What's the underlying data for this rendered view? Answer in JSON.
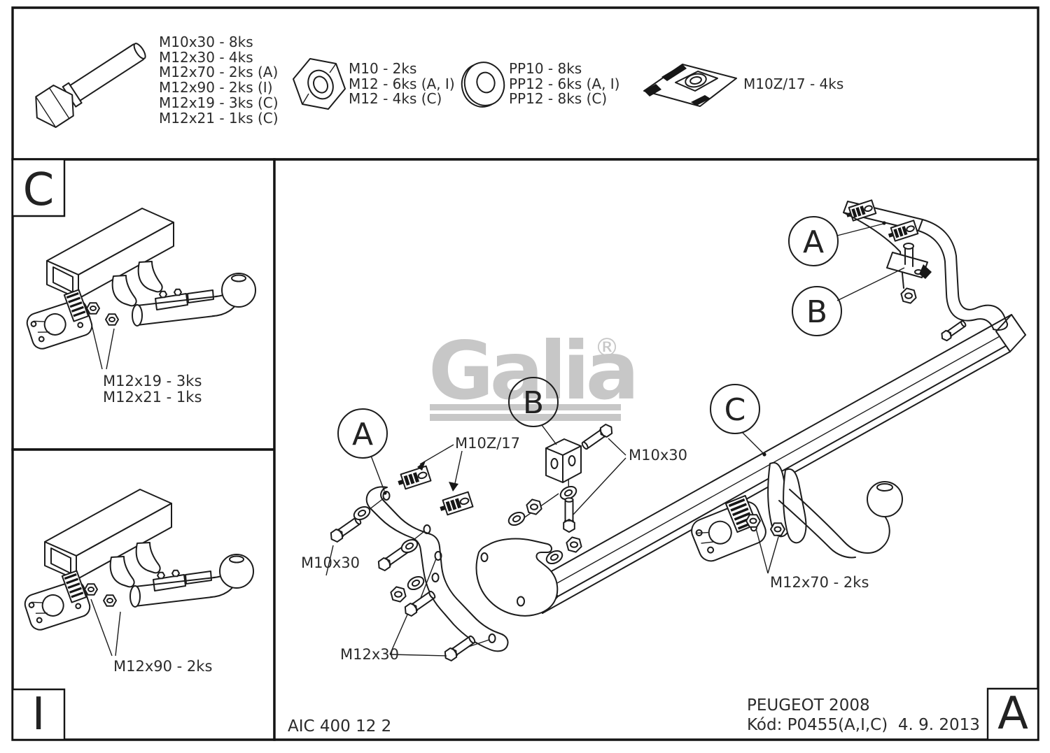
{
  "colors": {
    "line": "#1c1c1c",
    "watermark": "#c7c7c7"
  },
  "hardware_box": {
    "bolt_sizes": [
      "M10x30 - 8ks",
      "M12x30 - 4ks",
      "M12x70 - 2ks (A)",
      "M12x90 - 2ks (I)",
      "M12x19 - 3ks (C)",
      "M12x21 - 1ks (C)"
    ],
    "nut_sizes": [
      "M10 - 2ks",
      "M12 - 6ks (A, I)",
      "M12 - 4ks (C)"
    ],
    "washer_sizes": [
      "PP10 - 8ks",
      "PP12 - 6ks (A, I)",
      "PP12 - 8ks (C)"
    ],
    "clamp_plate_label": "M10Z/17 - 4ks"
  },
  "panel_c": {
    "letter": "C",
    "fastener_line1": "M12x19 - 3ks",
    "fastener_line2": "M12x21 - 1ks"
  },
  "panel_i": {
    "letter": "I",
    "fastener_label": "M12x90 - 2ks"
  },
  "main_diagram": {
    "callout_a_left": "A",
    "callout_b_center": "B",
    "callout_c_beam": "C",
    "callout_a_right": "A",
    "callout_b_right": "B",
    "label_clamp_plate": "M10Z/17",
    "label_bolt_m10x30_center": "M10x30",
    "label_bolt_m10x30_left": "M10x30",
    "label_bolt_m12x30": "M12x30",
    "label_bolt_m12x70": "M12x70 - 2ks",
    "watermark_brand": "Galia",
    "watermark_registered": "®"
  },
  "title_block": {
    "drawing_number": "AIC 400 12 2",
    "vehicle": "PEUGEOT 2008",
    "code_date": "Kód: P0455(A,I,C)  4. 9. 2013",
    "revision": "A"
  }
}
